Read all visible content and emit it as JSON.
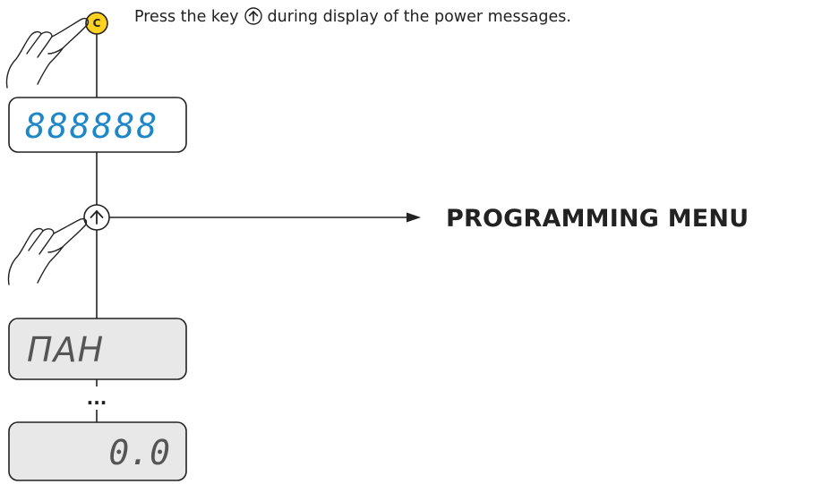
{
  "instruction": {
    "before": "Press the key",
    "after": "during display of the power messages.",
    "key_icon": "up-arrow-circle-icon"
  },
  "c_button": {
    "label": "C",
    "color": "#FFD21F"
  },
  "up_key": {
    "icon": "up-arrow-circle-icon"
  },
  "target": {
    "label": "PROGRAMMING MENU"
  },
  "displays": [
    {
      "text": "888888",
      "color": "#1E87C8",
      "align": "left"
    },
    {
      "text": "ПАН",
      "color": "#555555",
      "align": "left"
    },
    {
      "text": "0.0",
      "color": "#555555",
      "align": "right"
    }
  ],
  "ellipsis": "...",
  "colors": {
    "line": "#222222",
    "accent": "#FFD21F",
    "display_on": "#1E87C8",
    "display_off": "#555555"
  }
}
